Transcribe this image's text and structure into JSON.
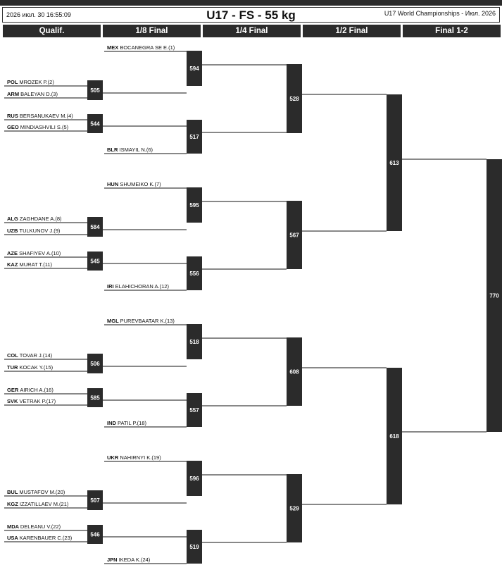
{
  "header": {
    "date": "2026 июл. 30 16:55:09",
    "title": "U17 - FS - 55 kg",
    "event": "U17 World Championships - Июл. 2026"
  },
  "rounds": [
    "Qualif.",
    "1/8 Final",
    "1/4 Final",
    "1/2 Final",
    "Final 1-2"
  ],
  "athletes": [
    {
      "country": "MEX",
      "name": "BOCANEGRA SE E.(1)"
    },
    {
      "country": "POL",
      "name": "MROZEK P.(2)"
    },
    {
      "country": "ARM",
      "name": "BALEYAN D.(3)"
    },
    {
      "country": "RUS",
      "name": "BERSANUKAEV M.(4)"
    },
    {
      "country": "GEO",
      "name": "MINDIASHVILI S.(5)"
    },
    {
      "country": "BLR",
      "name": "ISMAYIL N.(6)"
    },
    {
      "country": "HUN",
      "name": "SHUMEIKO K.(7)"
    },
    {
      "country": "ALG",
      "name": "ZAGHDANE A.(8)"
    },
    {
      "country": "UZB",
      "name": "TULKUNOV J.(9)"
    },
    {
      "country": "AZE",
      "name": "SHAFIYEV A.(10)"
    },
    {
      "country": "KAZ",
      "name": "MURAT T.(11)"
    },
    {
      "country": "IRI",
      "name": "ELAHICHORAN A.(12)"
    },
    {
      "country": "MGL",
      "name": "PUREVBAATAR K.(13)"
    },
    {
      "country": "COL",
      "name": "TOVAR J.(14)"
    },
    {
      "country": "TUR",
      "name": "KOCAK Y.(15)"
    },
    {
      "country": "GER",
      "name": "AIRICH A.(16)"
    },
    {
      "country": "SVK",
      "name": "VETRAK P.(17)"
    },
    {
      "country": "IND",
      "name": "PATIL P.(18)"
    },
    {
      "country": "UKR",
      "name": "NAHIRNYI K.(19)"
    },
    {
      "country": "BUL",
      "name": "MUSTAFOV M.(20)"
    },
    {
      "country": "KGZ",
      "name": "IZZATILLAEV M.(21)"
    },
    {
      "country": "MDA",
      "name": "DELEANU V.(22)"
    },
    {
      "country": "USA",
      "name": "KARENBAUER C.(23)"
    },
    {
      "country": "JPN",
      "name": "IKEDA K.(24)"
    }
  ],
  "bouts": {
    "qualif": [
      "505",
      "544",
      "584",
      "545",
      "506",
      "585",
      "507",
      "546"
    ],
    "r16": [
      "594",
      "517",
      "595",
      "556",
      "518",
      "557",
      "596",
      "519"
    ],
    "qf": [
      "528",
      "567",
      "608",
      "529"
    ],
    "sf": [
      "613",
      "618"
    ],
    "final": [
      "770"
    ]
  }
}
